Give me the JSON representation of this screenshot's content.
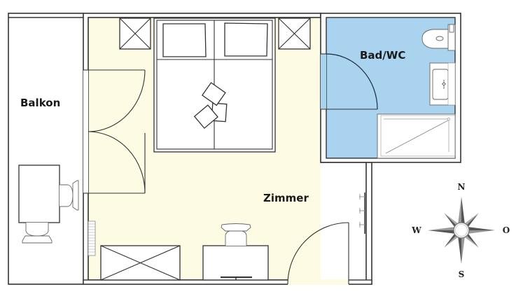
{
  "rooms": {
    "balcony": "Balkon",
    "room": "Zimmer",
    "bath": "Bad/WC"
  },
  "compass": {
    "north": "N",
    "south": "S",
    "west": "W",
    "east": "O"
  },
  "colors": {
    "room_fill": "#fdfbe3",
    "bath_fill": "#a9d3ef",
    "wall": "#333333"
  }
}
